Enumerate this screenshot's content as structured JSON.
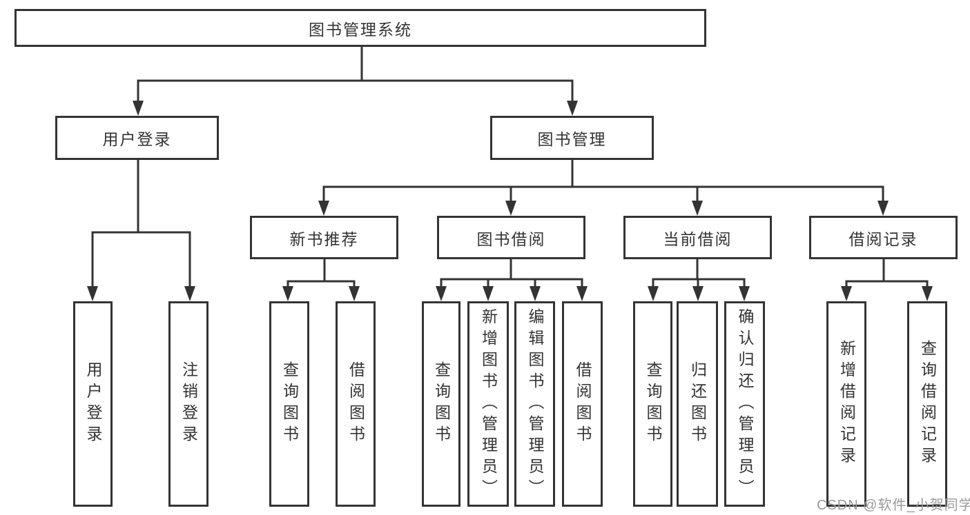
{
  "diagram": {
    "root": "图书管理系统",
    "login": {
      "label": "用户登录",
      "children": [
        "用户登录",
        "注销登录"
      ]
    },
    "mgmt": {
      "label": "图书管理",
      "sections": [
        {
          "label": "新书推荐",
          "children": [
            "查询图书",
            "借阅图书"
          ]
        },
        {
          "label": "图书借阅",
          "children": [
            "查询图书",
            "新增图书（管理员）",
            "编辑图书（管理员）",
            "借阅图书"
          ]
        },
        {
          "label": "当前借阅",
          "children": [
            "查询图书",
            "归还图书",
            "确认归还（管理员）"
          ]
        },
        {
          "label": "借阅记录",
          "children": [
            "新增借阅记录",
            "查询借阅记录"
          ]
        }
      ]
    }
  },
  "watermark": "CSDN @软件_小贺同学",
  "colors": {
    "line": "#333333",
    "box_border": "#333333",
    "text": "#333333",
    "watermark": "#9a9a9a",
    "background": "#ffffff"
  }
}
